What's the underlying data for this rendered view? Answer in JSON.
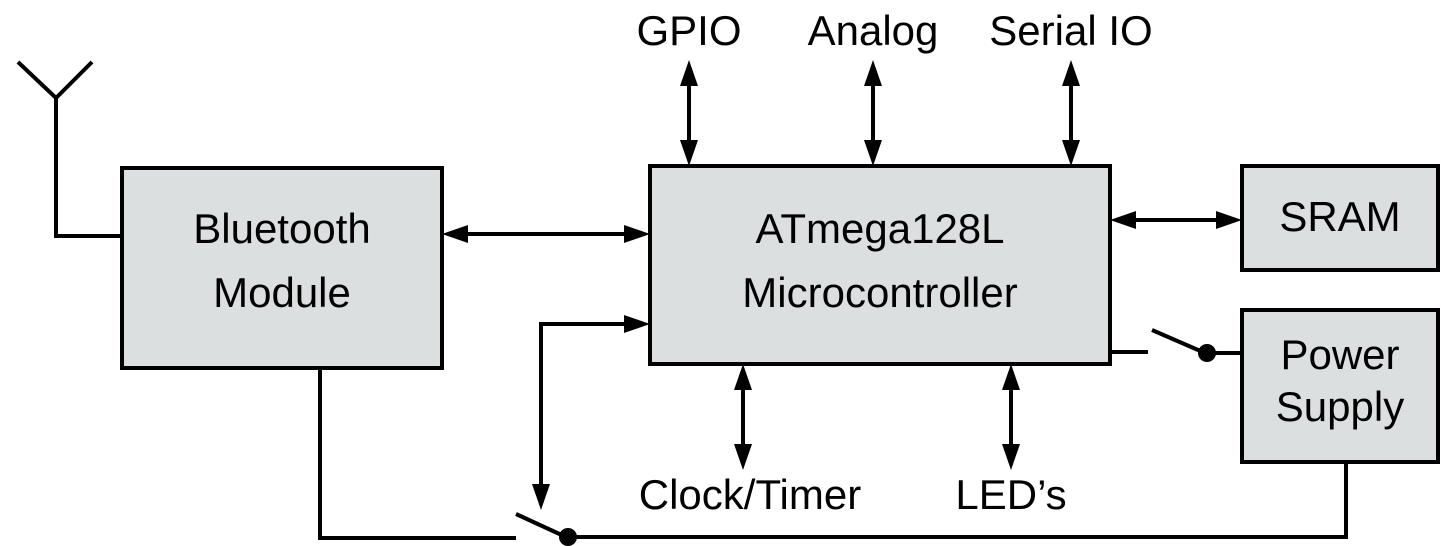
{
  "blocks": {
    "bluetooth": {
      "line1": "Bluetooth",
      "line2": "Module"
    },
    "mcu": {
      "line1": "ATmega128L",
      "line2": "Microcontroller"
    },
    "sram": {
      "label": "SRAM"
    },
    "power": {
      "line1": "Power",
      "line2": "Supply"
    }
  },
  "io_labels": {
    "gpio": "GPIO",
    "analog": "Analog",
    "serial": "Serial IO",
    "clock": "Clock/Timer",
    "leds": "LED’s"
  },
  "colors": {
    "box_fill": "#dcdfe0",
    "line": "#000000"
  },
  "icons": {
    "antenna": "antenna-icon",
    "switch": "switch-icon"
  }
}
